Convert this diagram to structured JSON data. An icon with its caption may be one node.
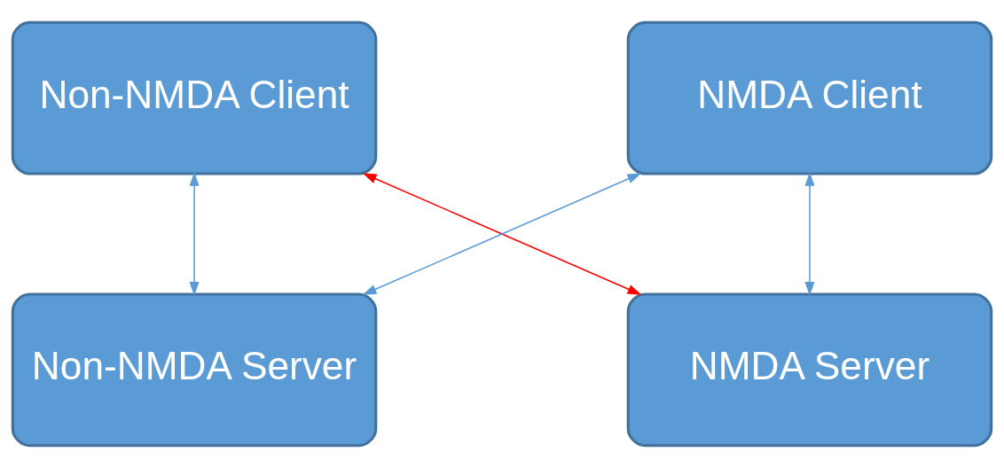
{
  "diagram": {
    "nodes": [
      {
        "text": [
          "Non-NMDA Client"
        ]
      },
      {
        "text": [
          "NMDA Client"
        ]
      },
      {
        "text": [
          "Non-NMDA Server"
        ]
      },
      {
        "text": [
          "NMDA Server"
        ]
      }
    ],
    "edges": [
      {
        "from": 0,
        "to": 2,
        "arrow": "both"
      },
      {
        "from": 1,
        "to": 3,
        "arrow": "both"
      },
      {
        "from": 0,
        "to": 3,
        "arrow": "both",
        "color": "#ff0000"
      },
      {
        "from": 2,
        "to": 1,
        "arrow": "both"
      }
    ]
  }
}
